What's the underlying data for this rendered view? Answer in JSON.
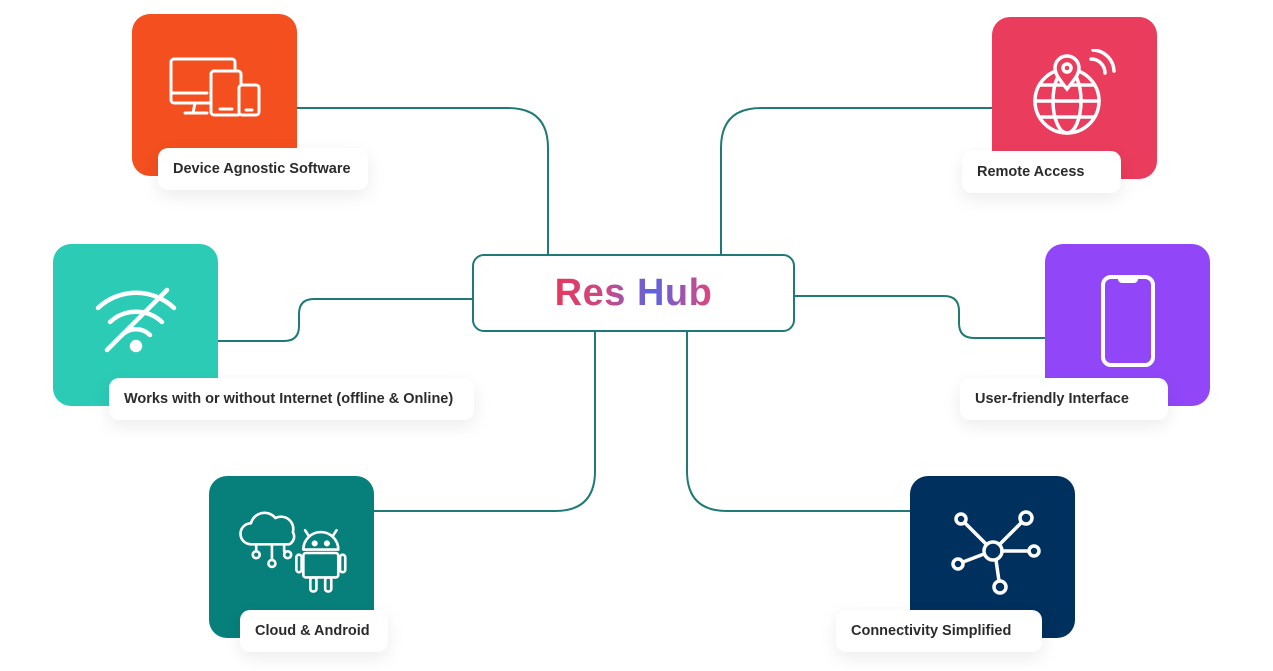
{
  "hub": {
    "title": "Res Hub"
  },
  "features": {
    "device": {
      "label": "Device Agnostic Software",
      "color": "#f34f1f",
      "icon": "devices-icon"
    },
    "remote": {
      "label": "Remote Access",
      "color": "#ea3c5c",
      "icon": "globe-location-wifi-icon"
    },
    "offline": {
      "label": "Works with or without Internet (offline & Online)",
      "color": "#2ccbb6",
      "icon": "wifi-off-icon"
    },
    "ui": {
      "label": "User-friendly Interface",
      "color": "#9147f8",
      "icon": "smartphone-icon"
    },
    "cloud": {
      "label": "Cloud & Android",
      "color": "#077f7b",
      "icon": "cloud-android-icon"
    },
    "connectivity": {
      "label": "Connectivity Simplified",
      "color": "#00305e",
      "icon": "network-hub-icon"
    }
  },
  "connector_color": "#1f7a76"
}
